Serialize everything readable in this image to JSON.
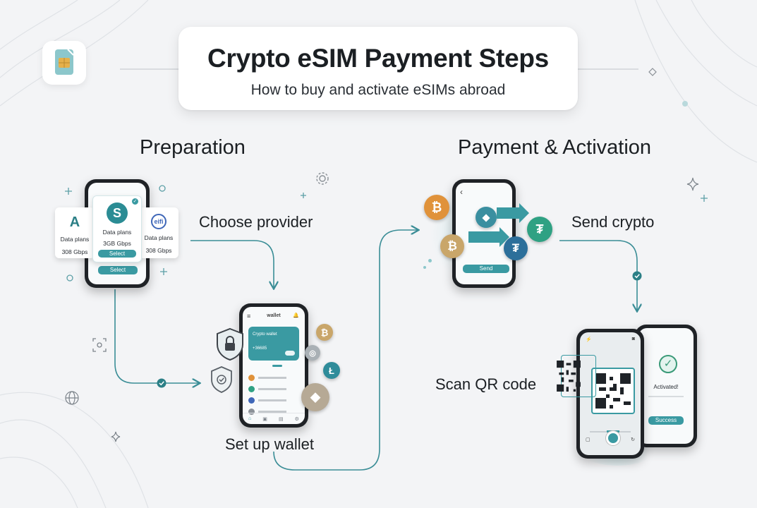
{
  "header": {
    "title": "Crypto eSIM Payment Steps",
    "subtitle": "How to buy and activate eSIMs abroad"
  },
  "sections": {
    "left": "Preparation",
    "right": "Payment & Activation"
  },
  "steps": {
    "choose_provider": "Choose provider",
    "set_up_wallet": "Set up wallet",
    "send_crypto": "Send crypto",
    "scan_qr": "Scan QR code"
  },
  "provider_cards": [
    {
      "logo": "A",
      "name": "Data plans",
      "speed": "308 Gbps"
    },
    {
      "logo": "S",
      "name": "Data plans",
      "speed": "3GB Gbps",
      "button": "Select"
    },
    {
      "logo": "eifi",
      "name": "Data plans",
      "speed": "308 Gbps"
    }
  ],
  "provider_phone_button": "Select",
  "wallet_phone": {
    "header": "wallet",
    "card_title": "Crypto wallet",
    "card_balance": "+36685"
  },
  "send_phone": {
    "back": "‹",
    "button": "Send"
  },
  "activation_phone": {
    "status": "Activated!",
    "button": "Success"
  },
  "colors": {
    "accent": "#3a9aa2",
    "accent_dark": "#2b7f86",
    "bitcoin": "#e0923a",
    "tether": "#2fa183",
    "ethereum_bg": "#3a8fa0",
    "litecoin": "#2f8c9a"
  },
  "icons": [
    "sim-card-icon",
    "gear-icon",
    "globe-icon",
    "scan-frame-icon",
    "sparkle-icon",
    "lock-shield-icon",
    "check-shield-icon",
    "bitcoin-icon",
    "ethereum-icon",
    "tether-icon",
    "litecoin-icon",
    "qr-code-icon",
    "check-circle-icon"
  ]
}
